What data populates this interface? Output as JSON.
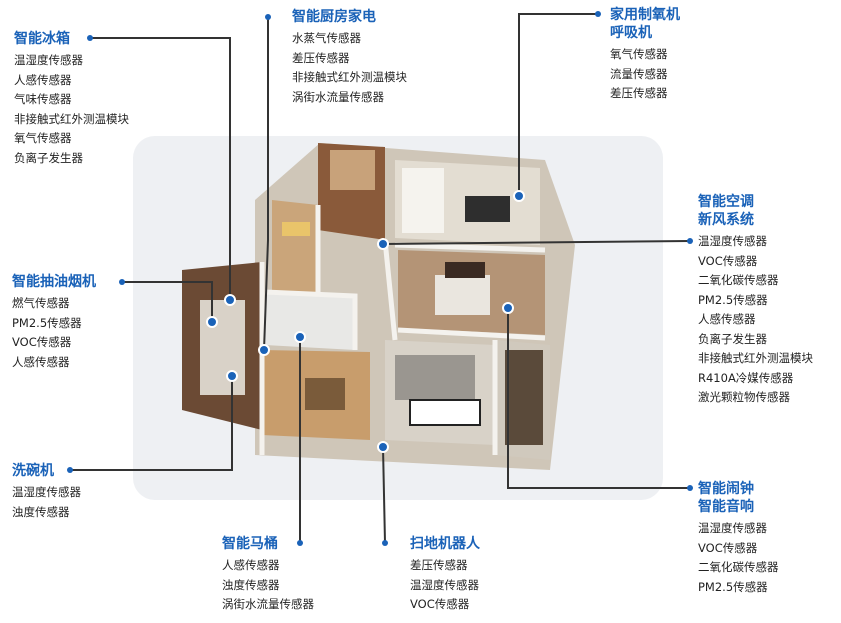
{
  "groups": {
    "fridge": {
      "title": "智能冰箱",
      "items": [
        "温湿度传感器",
        "人感传感器",
        "气味传感器",
        "非接触式红外测温模块",
        "氧气传感器",
        "负离子发生器"
      ]
    },
    "kitchen": {
      "title": "智能厨房家电",
      "items": [
        "水蒸气传感器",
        "差压传感器",
        "非接触式红外测温模块",
        "涡街水流量传感器"
      ]
    },
    "oxygen": {
      "title_lines": [
        "家用制氧机",
        "呼吸机"
      ],
      "items": [
        "氧气传感器",
        "流量传感器",
        "差压传感器"
      ]
    },
    "aircon": {
      "title_lines": [
        "智能空调",
        "新风系统"
      ],
      "items": [
        "温湿度传感器",
        "VOC传感器",
        "二氧化碳传感器",
        "PM2.5传感器",
        "人感传感器",
        "负离子发生器",
        "非接触式红外测温模块",
        "R410A冷媒传感器",
        "激光颗粒物传感器"
      ]
    },
    "hood": {
      "title": "智能抽油烟机",
      "items": [
        "燃气传感器",
        "PM2.5传感器",
        "VOC传感器",
        "人感传感器"
      ]
    },
    "dishwasher": {
      "title": "洗碗机",
      "items": [
        "温湿度传感器",
        "浊度传感器"
      ]
    },
    "toilet": {
      "title": "智能马桶",
      "items": [
        "人感传感器",
        "浊度传感器",
        "涡街水流量传感器"
      ]
    },
    "robot": {
      "title": "扫地机器人",
      "items": [
        "差压传感器",
        "温湿度传感器",
        "VOC传感器"
      ]
    },
    "clock": {
      "title_lines": [
        "智能闹钟",
        "智能音响"
      ],
      "items": [
        "温湿度传感器",
        "VOC传感器",
        "二氧化碳传感器",
        "PM2.5传感器"
      ]
    }
  },
  "colors": {
    "accent": "#1a62b8",
    "line": "#333333",
    "card": "#eef0f3"
  }
}
